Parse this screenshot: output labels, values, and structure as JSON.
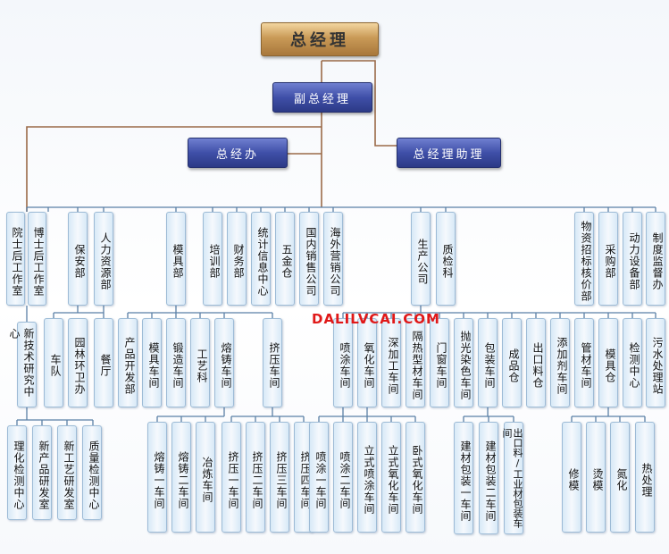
{
  "top": {
    "gm": "总经理",
    "vgm": "副总经理",
    "office": "总经办",
    "assistant": "总经理助理"
  },
  "watermark": "DALILVCAI.COM",
  "units": {
    "u1": "院士后工作室",
    "u2": "博士后工作室",
    "u3": "保安部",
    "u4": "人力资源部",
    "u5": "模具部",
    "u6": "培训部",
    "u7": "财务部",
    "u8": "统计信息中心",
    "u9": "五金仓",
    "u10": "国内销售公司",
    "u11": "海外营销公司",
    "u12": "生产公司",
    "u13": "质检科",
    "u14": "物资招标核价部",
    "u15": "采购部",
    "u16": "动力设备部",
    "u17": "制度监督办",
    "r1": "新技术研究中心",
    "r1a": "理化检测中心",
    "r1b": "新产品研发室",
    "r1c": "新工艺研发室",
    "r1d": "质量检测中心",
    "b1": "车队",
    "b2": "园林环卫办",
    "b3": "餐厅",
    "m1": "产品开发部",
    "m2": "模具车间",
    "m3": "锻造车间",
    "m4": "工艺科",
    "m5": "熔铸车间",
    "f1": "熔铸一车间",
    "f2": "熔铸二车间",
    "f3": "冶炼车间",
    "e0": "挤压车间",
    "e1": "挤压一车间",
    "e2": "挤压二车间",
    "e3": "挤压三车间",
    "e4": "挤压四车间",
    "p1": "喷涂车间",
    "p2": "氧化车间",
    "p3": "深加工车间",
    "p4": "隔热型材车间",
    "p5": "门窗车间",
    "p6": "抛光染色车间",
    "p7": "包装车间",
    "p8": "成品仓",
    "p9": "出口料仓",
    "p10": "添加剂车间",
    "p11": "管材车间",
    "p12": "模具仓",
    "p13": "检测中心",
    "p14": "污水处理站",
    "s1": "喷涂一车间",
    "s2": "喷涂二车间",
    "s3": "立式喷涂车间",
    "s4": "立式氧化车间",
    "s5": "卧式氧化车间",
    "k1": "建材包装一车间",
    "k2": "建材包装二车间",
    "k3": "出口料/工业材包装车间",
    "d1": "修模",
    "d2": "烫模",
    "d3": "氮化",
    "d4": "热处理"
  }
}
